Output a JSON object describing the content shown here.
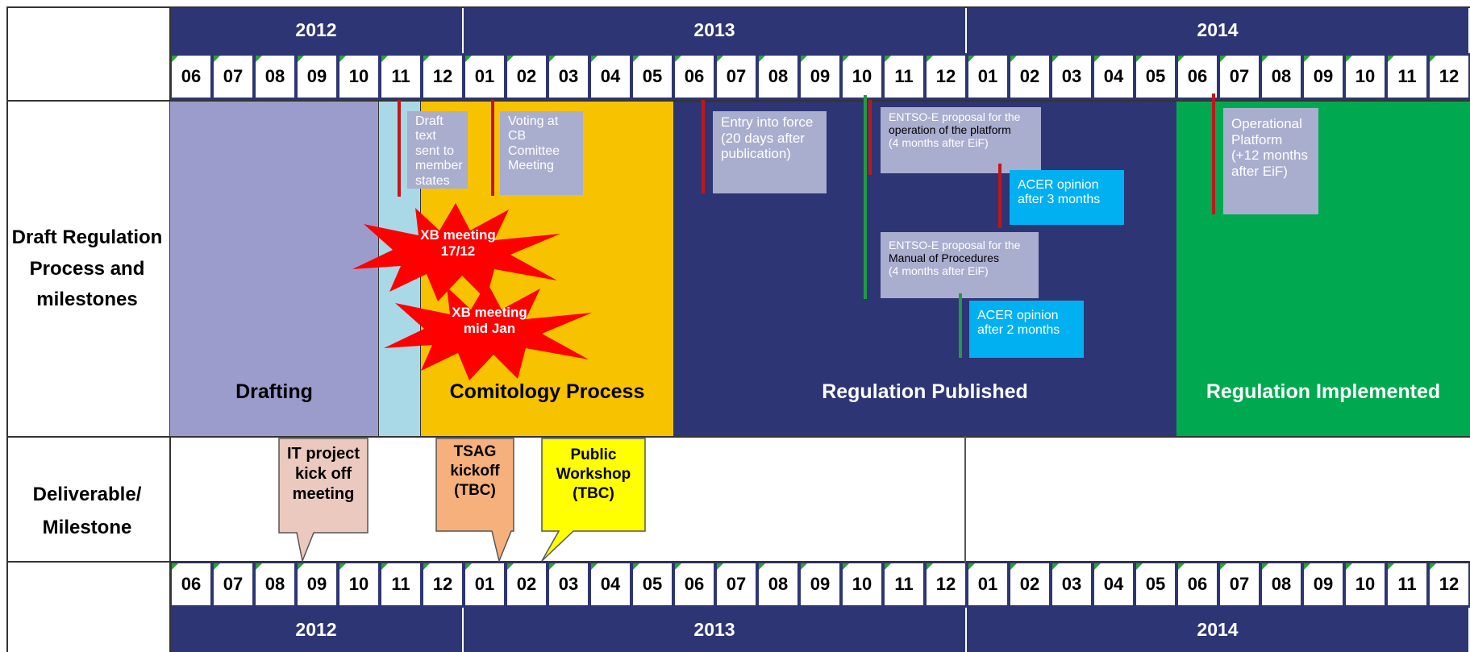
{
  "years_top": [
    {
      "label": "2012"
    },
    {
      "label": "2013"
    },
    {
      "label": "2014"
    }
  ],
  "years_bottom": [
    {
      "label": "2012"
    },
    {
      "label": "2013"
    },
    {
      "label": "2014"
    }
  ],
  "months": [
    "06",
    "07",
    "08",
    "09",
    "10",
    "11",
    "12",
    "01",
    "02",
    "03",
    "04",
    "05",
    "06",
    "07",
    "08",
    "09",
    "10",
    "11",
    "12",
    "01",
    "02",
    "03",
    "04",
    "05",
    "06",
    "07",
    "08",
    "09",
    "10",
    "11",
    "12"
  ],
  "rows": {
    "process": "Draft Regulation Process and milestones",
    "deliverable": "Deliverable/ Milestone"
  },
  "phases": {
    "drafting": "Drafting",
    "comitology": "Comitology Process",
    "published": "Regulation Published",
    "implemented": "Regulation Implemented"
  },
  "boxes": {
    "draft_text": "Draft text sent to member states",
    "voting": "Voting at CB Comittee Meeting",
    "entry": "Entry into force (20 days after publication)",
    "entsoe_platform_1": "ENTSO-E proposal for the",
    "entsoe_platform_2": "operation of the platform",
    "entsoe_platform_3": "(4 months after EiF)",
    "acer3": "ACER opinion after 3 months",
    "entsoe_manual_1": "ENTSO-E proposal for the",
    "entsoe_manual_2": "Manual of Procedures",
    "entsoe_manual_3": "(4 months after EiF)",
    "acer2": "ACER opinion after 2 months",
    "operational": "Operational Platform (+12 months after EiF)"
  },
  "stars": {
    "xb1": "XB meeting 17/12",
    "xb2": "XB meeting mid Jan"
  },
  "callouts": {
    "it_project": "IT project kick off meeting",
    "tsag": "TSAG kickoff (TBC)",
    "workshop": "Public Workshop (TBC)"
  },
  "colors": {
    "navy": "#2e3575",
    "drafting": "#9b9ccc",
    "light_blue": "#a9d9e6",
    "comitology": "#f7c200",
    "implemented": "#00a94f",
    "grey_box": "#a9adce",
    "acer_box": "#00b0f0",
    "red_line": "#c0161b",
    "green_line": "#1f9b45",
    "it_callout": "#ebc9be",
    "tsag_callout": "#f5b07c",
    "workshop_callout": "#ffff00"
  }
}
